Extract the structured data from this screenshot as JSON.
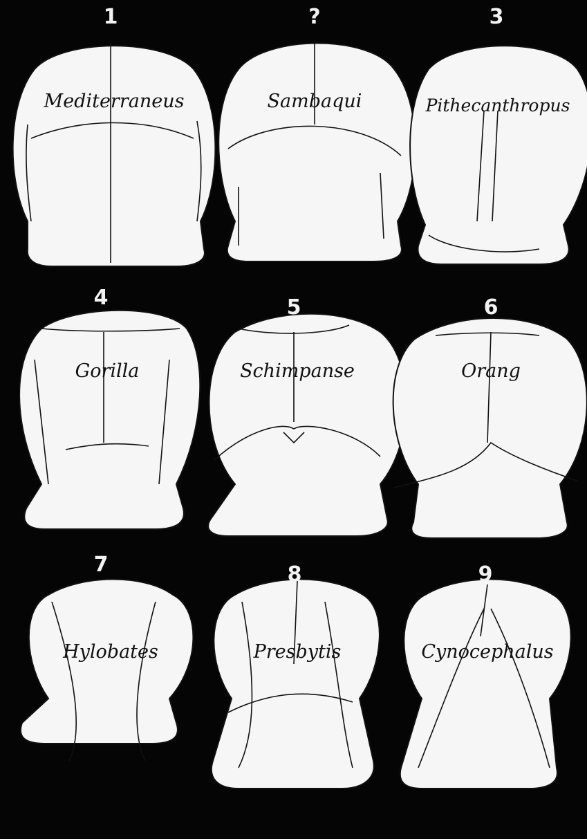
{
  "plate": {
    "background_color": "#050505",
    "skull_color": "#f6f6f6",
    "line_color": "#111111",
    "skulls": [
      {
        "number": "1",
        "name": "Mediterraneus"
      },
      {
        "number": "?",
        "name": "Sambaqui"
      },
      {
        "number": "3",
        "name": "Pithecanthropus"
      },
      {
        "number": "4",
        "name": "Gorilla"
      },
      {
        "number": "5",
        "name": "Schimpanse"
      },
      {
        "number": "6",
        "name": "Orang"
      },
      {
        "number": "7",
        "name": "Hylobates"
      },
      {
        "number": "8",
        "name": "Presbytis"
      },
      {
        "number": "9",
        "name": "Cynocephalus"
      }
    ]
  }
}
